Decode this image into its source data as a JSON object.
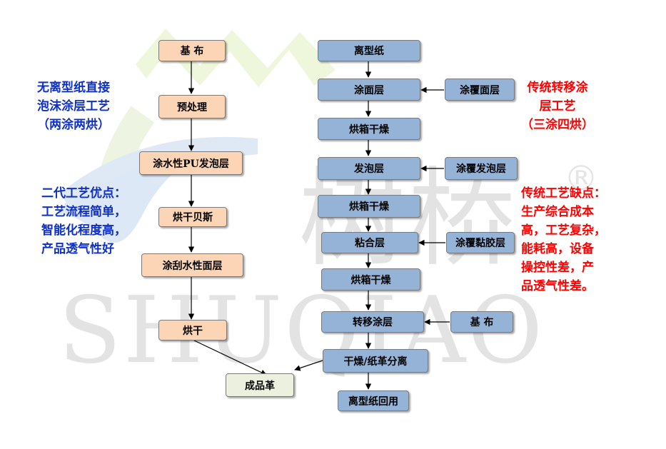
{
  "colors": {
    "left_box": "#fbd5b5",
    "right_box": "#95b3d7",
    "final_box": "#ebf1de",
    "note_blue": "#0e30c8",
    "note_red": "#ff0000",
    "watermark": "#e3e3e3"
  },
  "watermark": {
    "cn": "树桥",
    "en": "SHUQIAO",
    "reg_mark": "®"
  },
  "left_flow": {
    "step1": "基 布",
    "step2": "预处理",
    "step3": "涂水性PU发泡层",
    "step4": "烘干贝斯",
    "step5": "涂刮水性面层",
    "step6": "烘干"
  },
  "final_product": "成品革",
  "right_flow": {
    "step1": "离型纸",
    "step2": "涂面层",
    "step3": "烘箱干燥",
    "step4": "发泡层",
    "step5": "烘箱干燥",
    "step6": "粘合层",
    "step7": "烘箱干燥",
    "step8": "转移涂层",
    "step9": "干燥/纸革分离",
    "step10": "离型纸回用"
  },
  "side_inputs": {
    "coat_top": "涂覆面层",
    "coat_foam": "涂覆发泡层",
    "coat_adhesive": "涂覆黏胶层",
    "base_cloth": "基  布"
  },
  "notes": {
    "new_process": [
      "无离型纸直接",
      "泡沫涂层工艺",
      "（两涂两烘）"
    ],
    "advantages": [
      "二代工艺优点：",
      "工艺流程简单，",
      "智能化程度高，",
      "产品透气性好"
    ],
    "traditional": [
      "传统转移涂",
      "层工艺",
      "（三涂四烘）"
    ],
    "disadvantages": [
      "传统工艺缺点：",
      "生产综合成本",
      "高，工艺复杂，",
      "能耗高，设备",
      "操控性差，产",
      "品透气性差。"
    ]
  }
}
